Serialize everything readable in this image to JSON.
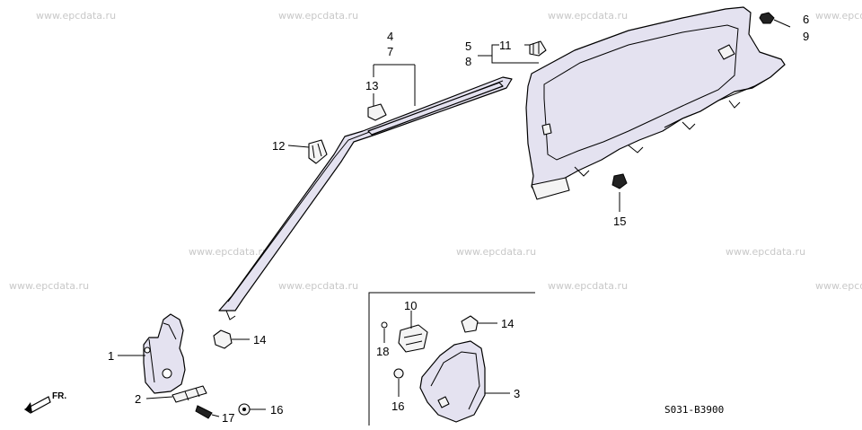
{
  "watermark": "www.epcdata.ru",
  "diagram_code": "S031-B3900",
  "front_label": "FR.",
  "callouts": {
    "c1": "1",
    "c2": "2",
    "c3": "3",
    "c4": "4",
    "c5": "5",
    "c6": "6",
    "c7": "7",
    "c8": "8",
    "c9": "9",
    "c10": "10",
    "c11": "11",
    "c12": "12",
    "c13": "13",
    "c14a": "14",
    "c14b": "14",
    "c15": "15",
    "c16a": "16",
    "c16b": "16",
    "c17": "17",
    "c18": "18"
  }
}
